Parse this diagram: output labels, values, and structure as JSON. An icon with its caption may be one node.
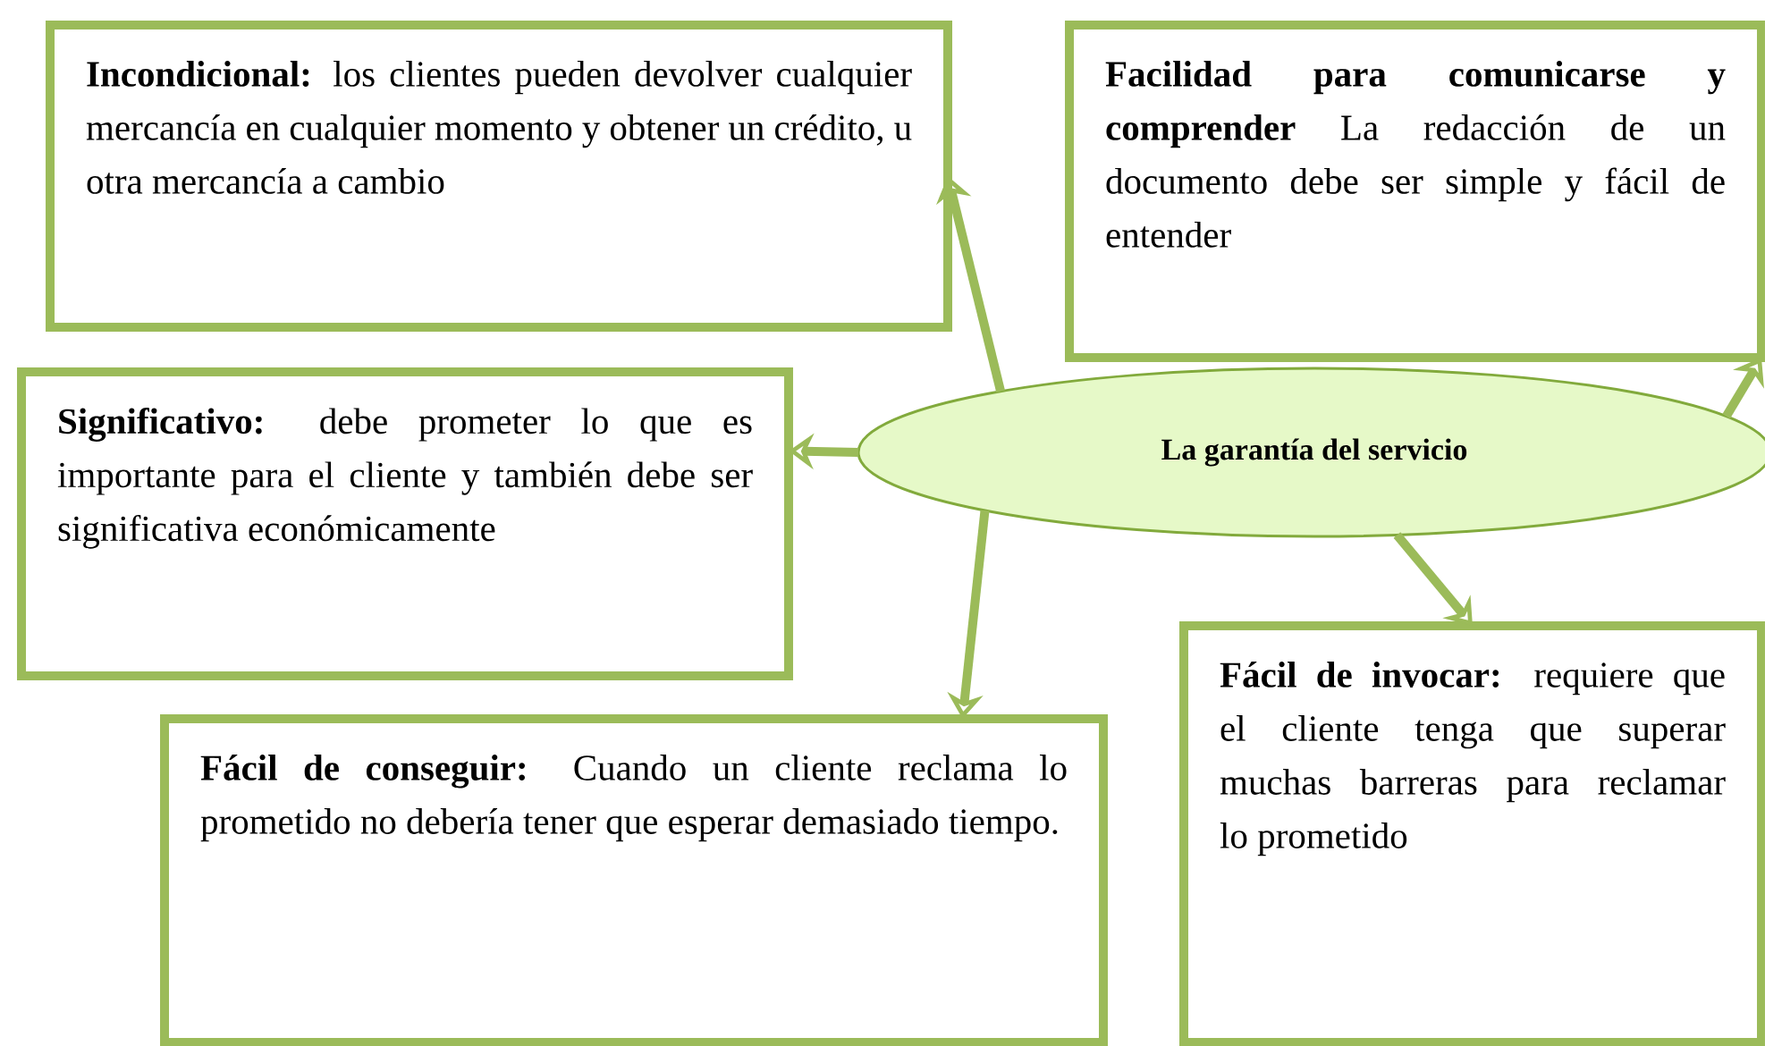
{
  "diagram": {
    "nodes": [
      {
        "text": [
          "**Incondicional:** los clientes pueden devolver cualquier mercancía en cualquier momento y obtener un crédito, u otra mercancía a cambio"
        ]
      },
      {
        "text": [
          "**Facilidad para comunicarse y comprender** La redacción de un documento debe ser simple y fácil de entender"
        ]
      },
      {
        "text": [
          "**Significativo:** debe prometer lo que es importante para el cliente y también debe ser significativa económicamente"
        ]
      },
      {
        "text": [
          "La garantía del servicio"
        ]
      },
      {
        "text": [
          "**Fácil de invocar:** requiere que el cliente tenga que superar muchas barreras para reclamar lo prometido"
        ]
      },
      {
        "text": [
          "**Fácil de conseguir:** Cuando un cliente reclama lo prometido no debería tener que esperar demasiado tiempo."
        ]
      }
    ],
    "edges": [
      {
        "from": 3,
        "to": 0,
        "arrow": "to"
      },
      {
        "from": 3,
        "to": 1,
        "arrow": "to"
      },
      {
        "from": 3,
        "to": 2,
        "arrow": "to"
      },
      {
        "from": 3,
        "to": 4,
        "arrow": "to"
      },
      {
        "from": 3,
        "to": 5,
        "arrow": "to"
      }
    ]
  }
}
